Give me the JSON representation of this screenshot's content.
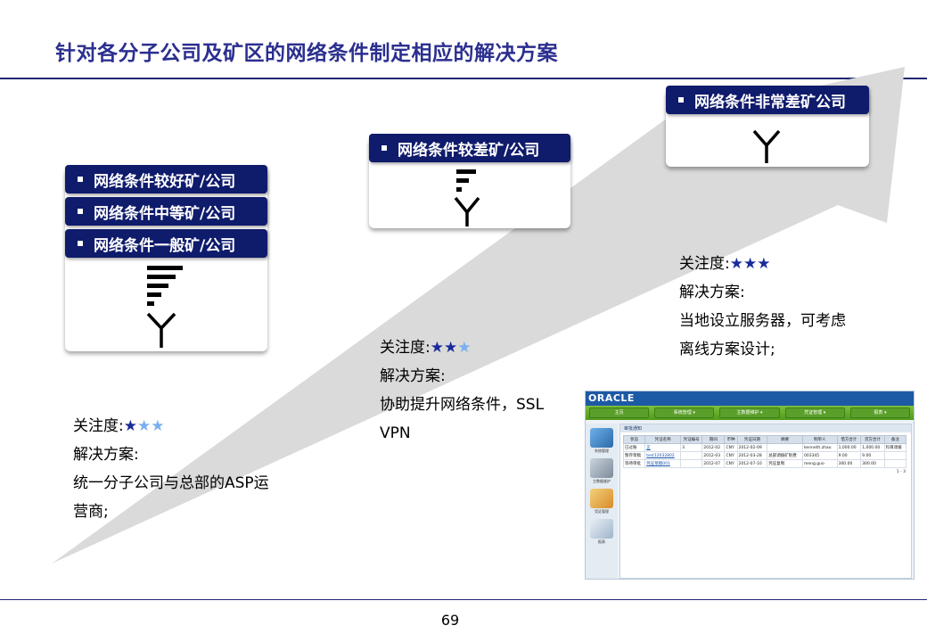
{
  "title": "针对各分子公司及矿区的网络条件制定相应的解决方案",
  "page_number": "69",
  "tiers": {
    "good": [
      "网络条件较好矿/公司",
      "网络条件中等矿/公司",
      "网络条件一般矿/公司"
    ],
    "poor": "网络条件较差矿/公司",
    "very_poor": "网络条件非常差矿公司"
  },
  "blocks": {
    "low": {
      "attention_label": "关注度:",
      "stars_filled": 1,
      "solution_label": "解决方案:",
      "lines": [
        "统一分子公司与总部的ASP运",
        "营商;"
      ]
    },
    "mid": {
      "attention_label": "关注度:",
      "stars_filled": 2,
      "solution_label": "解决方案:",
      "lines": [
        "协助提升网络条件，SSL",
        "VPN"
      ]
    },
    "high": {
      "attention_label": "关注度:",
      "stars_filled": 3,
      "solution_label": "解决方案:",
      "lines": [
        "当地设立服务器，可考虑",
        "离线方案设计;"
      ]
    }
  },
  "screenshot": {
    "logo": "ORACLE",
    "menu": [
      "主页",
      "系统管理 ▾",
      "主数据维护 ▾",
      "凭证管理 ▾",
      "报表 ▾"
    ],
    "tab": "审批通知",
    "side": [
      "系统管理",
      "主数据维护",
      "凭证管理",
      "报表"
    ],
    "columns": [
      "状态",
      "凭证名称",
      "凭证编号",
      "期间",
      "币种",
      "凭证日期",
      "摘要",
      "制单人",
      "借方合计",
      "贷方合计",
      "备注"
    ],
    "rows": [
      [
        "已过账",
        "正",
        "3",
        "2012-02",
        "CNY",
        "2012-02-09",
        "",
        "kenneth.zhao",
        "1,000.00",
        "1,000.00",
        "科目调拨"
      ],
      [
        "暂存草稿",
        "test12032802",
        "",
        "2012-03",
        "CNY",
        "2012-03-28",
        "总部调拨矿别费",
        "003345",
        "9.00",
        "9.00",
        ""
      ],
      [
        "等待审批",
        "凭证草稿001",
        "",
        "2012-07",
        "CNY",
        "2012-07-10",
        "凭证复制",
        "meng.guo",
        "300.00",
        "300.00",
        ""
      ]
    ],
    "pager": "1 - 3"
  },
  "colors": {
    "title": "#2b2f8f",
    "label_bar": "#0f1b6b",
    "star_dark": "#1b2a9a",
    "star_light": "#79aff0",
    "arrow": "#dadada"
  }
}
